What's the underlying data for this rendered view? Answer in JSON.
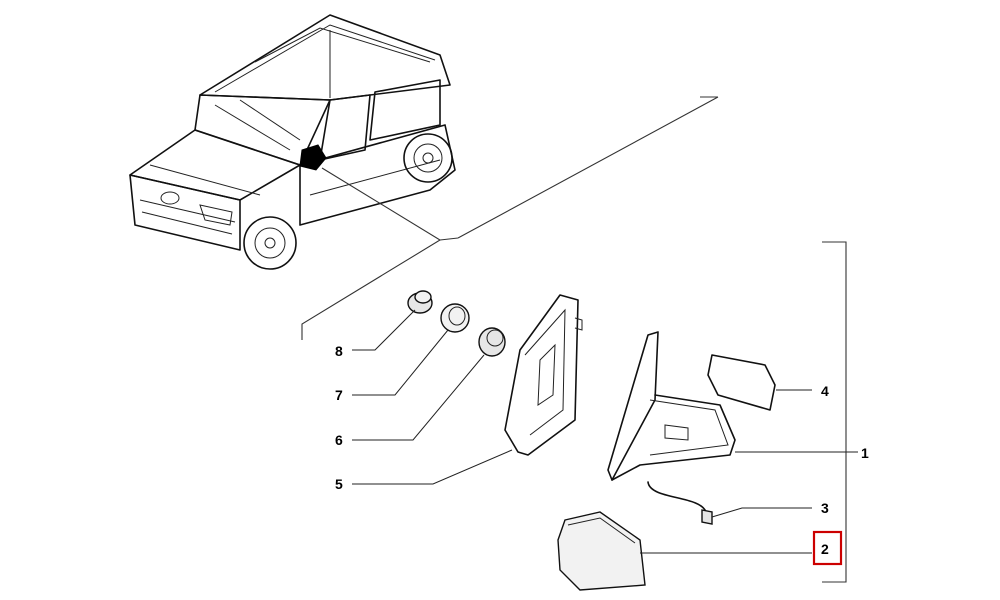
{
  "callouts": [
    {
      "id": "8",
      "text": "8"
    },
    {
      "id": "7",
      "text": "7"
    },
    {
      "id": "6",
      "text": "6"
    },
    {
      "id": "5",
      "text": "5"
    },
    {
      "id": "4",
      "text": "4"
    },
    {
      "id": "1",
      "text": "1"
    },
    {
      "id": "3",
      "text": "3"
    },
    {
      "id": "2",
      "text": "2",
      "highlighted": true
    }
  ],
  "colors": {
    "ink": "#111111",
    "highlight_box": "#cc0000",
    "background": "#ffffff"
  }
}
